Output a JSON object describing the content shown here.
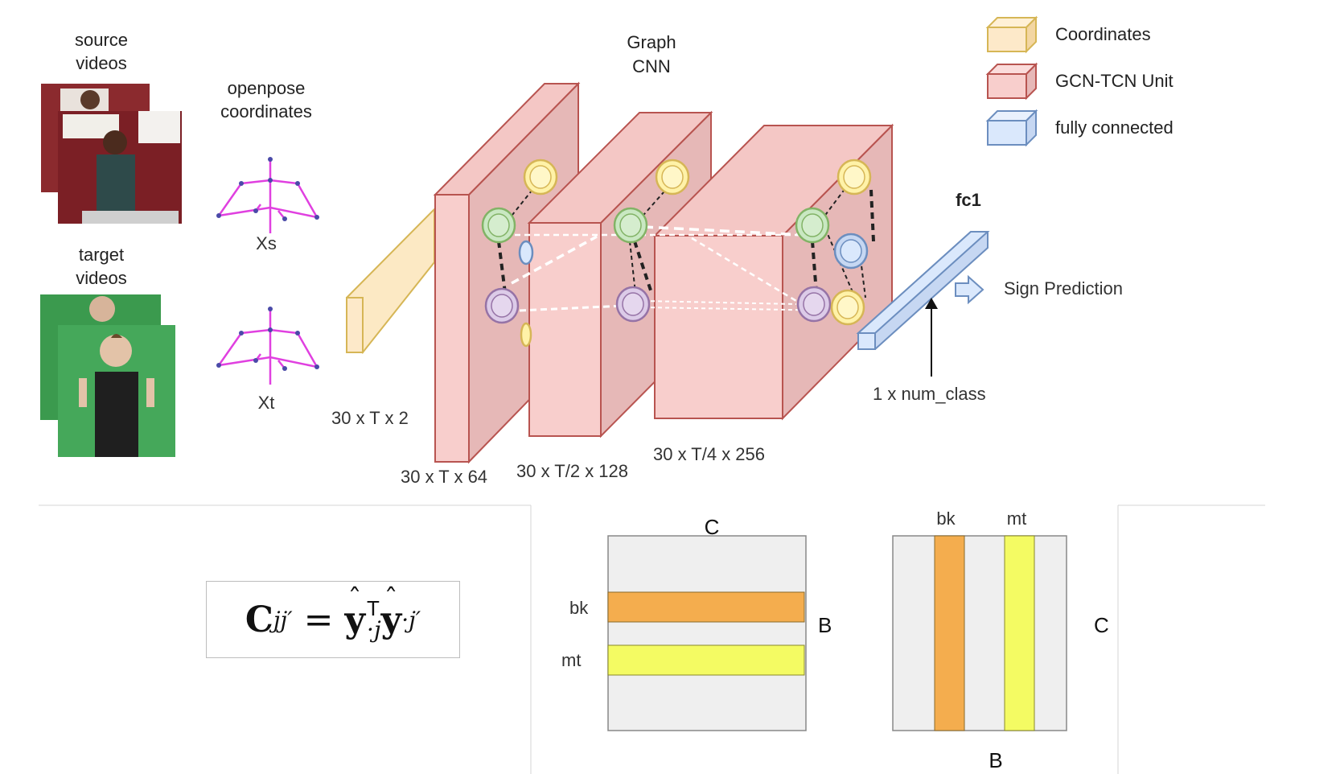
{
  "labels": {
    "source_videos": [
      "source",
      "videos"
    ],
    "target_videos": [
      "target",
      "videos"
    ],
    "openpose": [
      "openpose",
      "coordinates"
    ],
    "xs": "Xs",
    "xt": "Xt",
    "graph_cnn": [
      "Graph",
      "CNN"
    ],
    "fc1": "fc1",
    "sign_prediction": "Sign Prediction",
    "num_class": "1 x num_class",
    "dim_input": "30 x T x 2",
    "dim_gcn1": "30 x T x 64",
    "dim_gcn2": "30 x T/2 x 128",
    "dim_gcn3": "30 x T/4 x 256"
  },
  "legend": [
    {
      "label": "Coordinates",
      "fill": "#fde9c9",
      "stroke": "#d6b656"
    },
    {
      "label": "GCN-TCN Unit",
      "fill": "#f8cecc",
      "stroke": "#b85450"
    },
    {
      "label": "fully connected",
      "fill": "#dae8fc",
      "stroke": "#6c8ebf"
    }
  ],
  "formula": {
    "lhs": "C",
    "lhs_sub": "jj′",
    "equals": "=",
    "y1": "y",
    "y1_sup": "T",
    "y1_sub": "·j",
    "y2": "y",
    "y2_sub": "·j′"
  },
  "matrix_left": {
    "top": "C",
    "right": "B",
    "row1": "bk",
    "row2": "mt"
  },
  "matrix_right": {
    "col1": "bk",
    "col2": "mt",
    "right": "C",
    "bottom": "B"
  },
  "colors": {
    "orange": "#f4ad4e",
    "yellow": "#f4fb63",
    "matrix_bg": "#efefef",
    "skeleton": "#e040e0"
  }
}
